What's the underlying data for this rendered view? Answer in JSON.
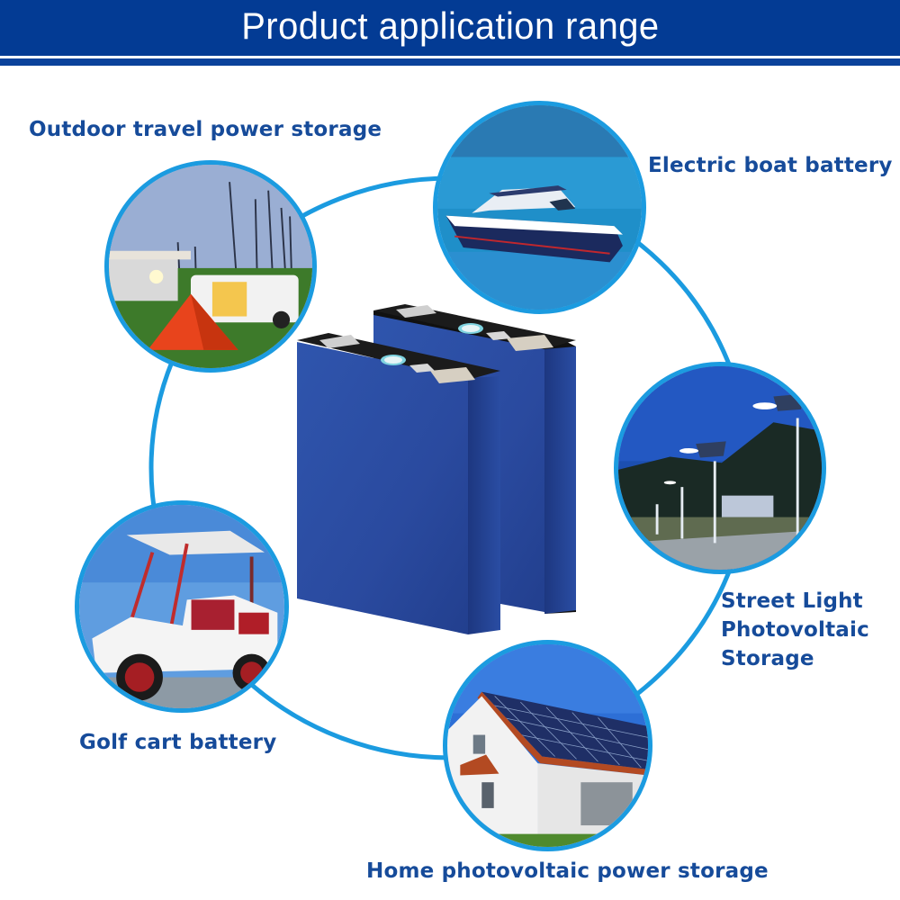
{
  "header": {
    "title": "Product application range"
  },
  "colors": {
    "header_blue": "#033b94",
    "ring_blue": "#1b9be0",
    "label_blue": "#164b9a",
    "battery_blue": "#2a4da3"
  },
  "center_product": {
    "name": "prismatic-battery-cells",
    "count": 2
  },
  "applications": [
    {
      "id": "outdoor",
      "label": "Outdoor travel power storage",
      "image": "camping-rv-tent-at-dusk"
    },
    {
      "id": "boat",
      "label": "Electric boat battery",
      "image": "speedboat-on-water"
    },
    {
      "id": "streetlight",
      "label_lines": [
        "Street Light",
        "Photovoltaic",
        "Storage"
      ],
      "image": "solar-street-lights-at-night"
    },
    {
      "id": "home",
      "label": "Home photovoltaic power storage",
      "image": "house-with-solar-roof"
    },
    {
      "id": "golf",
      "label": "Golf cart battery",
      "image": "white-golf-cart"
    }
  ]
}
